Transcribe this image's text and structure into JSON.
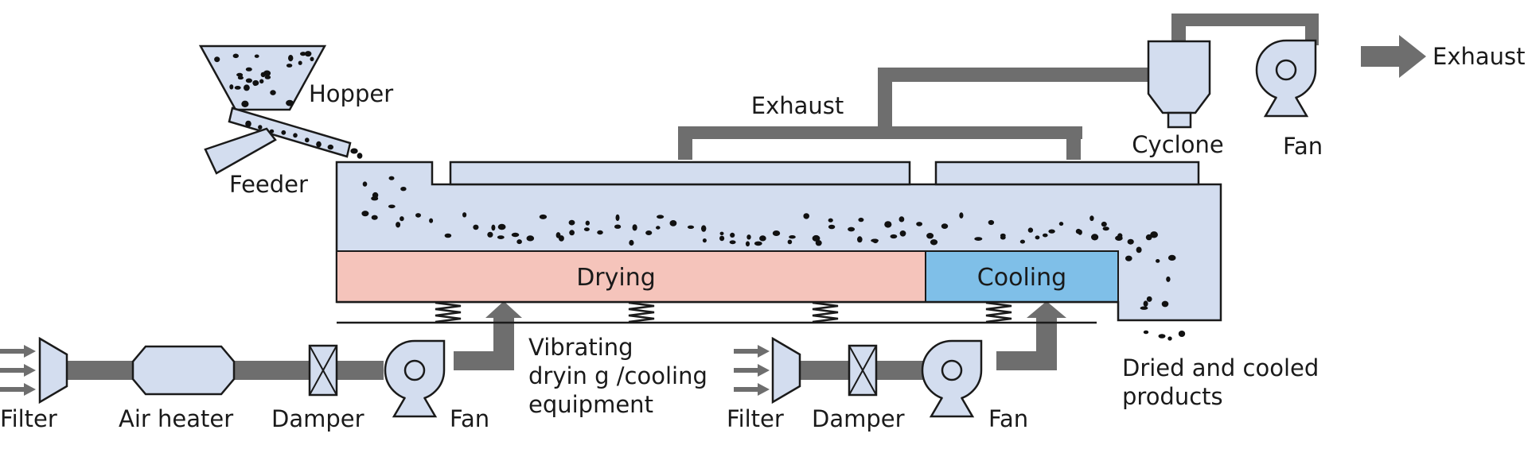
{
  "labels": {
    "hopper": "Hopper",
    "feeder": "Feeder",
    "exhaust_top": "Exhaust",
    "exhaust_right": "Exhaust",
    "cyclone": "Cyclone",
    "fan_top": "Fan",
    "drying": "Drying",
    "cooling": "Cooling",
    "filter_left": "Filter",
    "air_heater": "Air heater",
    "damper_left": "Damper",
    "fan_left": "Fan",
    "vibrating_line1": "Vibrating",
    "vibrating_line2": "dryin g /cooling",
    "vibrating_line3": "equipment",
    "filter_right": "Filter",
    "damper_right": "Damper",
    "fan_right": "Fan",
    "products_line1": "Dried and cooled",
    "products_line2": "products"
  },
  "colors": {
    "pipe": "#6e6e6e",
    "equipment_fill": "#d3ddef",
    "outline": "#1a1a1a",
    "drying_zone": "#f5c4bb",
    "cooling_zone": "#7fbfe8",
    "particle": "#111111"
  },
  "icons": [
    "hopper-icon",
    "feeder-icon",
    "cyclone-icon",
    "fan-icon",
    "filter-icon",
    "air-heater-icon",
    "damper-icon",
    "spring-icon",
    "arrow-icon"
  ]
}
